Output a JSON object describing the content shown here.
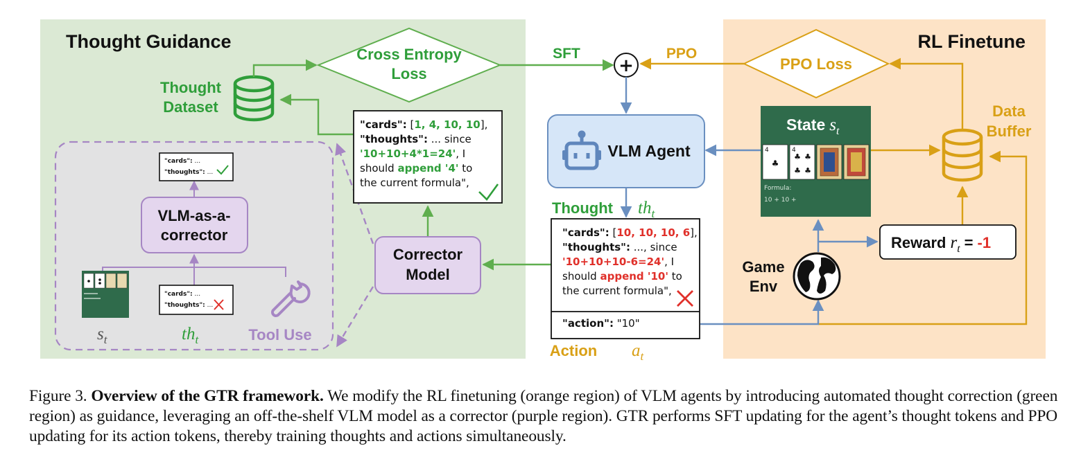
{
  "regions": {
    "thought_guidance": "Thought Guidance",
    "rl_finetune": "RL Finetune"
  },
  "nodes": {
    "cross_entropy_loss": [
      "Cross Entropy",
      "Loss"
    ],
    "ppo_loss": "PPO Loss",
    "thought_dataset": [
      "Thought",
      "Dataset"
    ],
    "vlm_agent": "VLM Agent",
    "corrector_model": [
      "Corrector",
      "Model"
    ],
    "vlm_as_a_corrector": [
      "VLM-as-a-",
      "corrector"
    ],
    "data_buffer": [
      "Data",
      "Buffer"
    ],
    "game_env": [
      "Game",
      "Env"
    ],
    "state": "State",
    "state_symbol": "s",
    "state_sub": "t",
    "reward": "Reward",
    "reward_symbol": "r",
    "reward_sub": "t",
    "reward_eq": "=",
    "reward_value": "-1",
    "tool_use": "Tool Use",
    "plus": "+"
  },
  "edge_labels": {
    "sft": "SFT",
    "ppo": "PPO",
    "thought": "Thought",
    "thought_symbol": "th",
    "thought_sub": "t",
    "action": "Action",
    "action_symbol": "a",
    "action_sub": "t",
    "s_symbol": "s",
    "s_sub": "t",
    "th_symbol": "th",
    "th_sub": "t"
  },
  "state_card": {
    "formula_label": "Formula:",
    "formula_value": "10 + 10 +"
  },
  "corrected_box": {
    "line1_key": "\"cards\":",
    "line1_open": " [",
    "line1_vals": "1, 4, 10, 10",
    "line1_close": "],",
    "line2_key": "\"thoughts\":",
    "line2_rest": " ... since",
    "line3_eq": "'10+10+4*1=24'",
    "line3_rest": ", I",
    "line4_a": "should ",
    "line4_b": "append '4'",
    "line4_c": " to",
    "line5": "the current formula\","
  },
  "agent_box": {
    "line1_key": "\"cards\":",
    "line1_open": " [",
    "line1_vals": "10, 10, 10, 6",
    "line1_close": "],",
    "line2_key": "\"thoughts\":",
    "line2_rest": " ..., since",
    "line3_eq": "'10+10+10-6=24'",
    "line3_rest": ", I",
    "line4_a": "should ",
    "line4_b": "append '10'",
    "line4_c": " to",
    "line5": "the current formula\",",
    "action_key": "\"action\":",
    "action_val": " \"10\""
  },
  "mini_boxes": {
    "cards": "\"cards\":",
    "cards_rest": " ...",
    "thoughts": "\"thoughts\":",
    "thoughts_rest": " ..."
  },
  "caption": {
    "prefix": "Figure 3.",
    "bold": "Overview of the GTR framework.",
    "text": "We modify the RL finetuning (orange region) of VLM agents by introducing automated thought correction (green region) as guidance, leveraging an off-the-shelf VLM model as a corrector (purple region). GTR performs SFT updating for the agent’s thought tokens and PPO updating for its action tokens, thereby training thoughts and actions simultaneously."
  },
  "colors": {
    "green": "#2f9e3a",
    "green_region": "#dbe9d4",
    "orange": "#d9a016",
    "orange_region": "#fde3c6",
    "blue": "#6a8fc0",
    "purple": "#a686c4",
    "purple_fill": "#e4d6ee",
    "red": "#e0302a",
    "agent_fill": "#d6e6f8",
    "card_green": "#2f6b4b"
  }
}
